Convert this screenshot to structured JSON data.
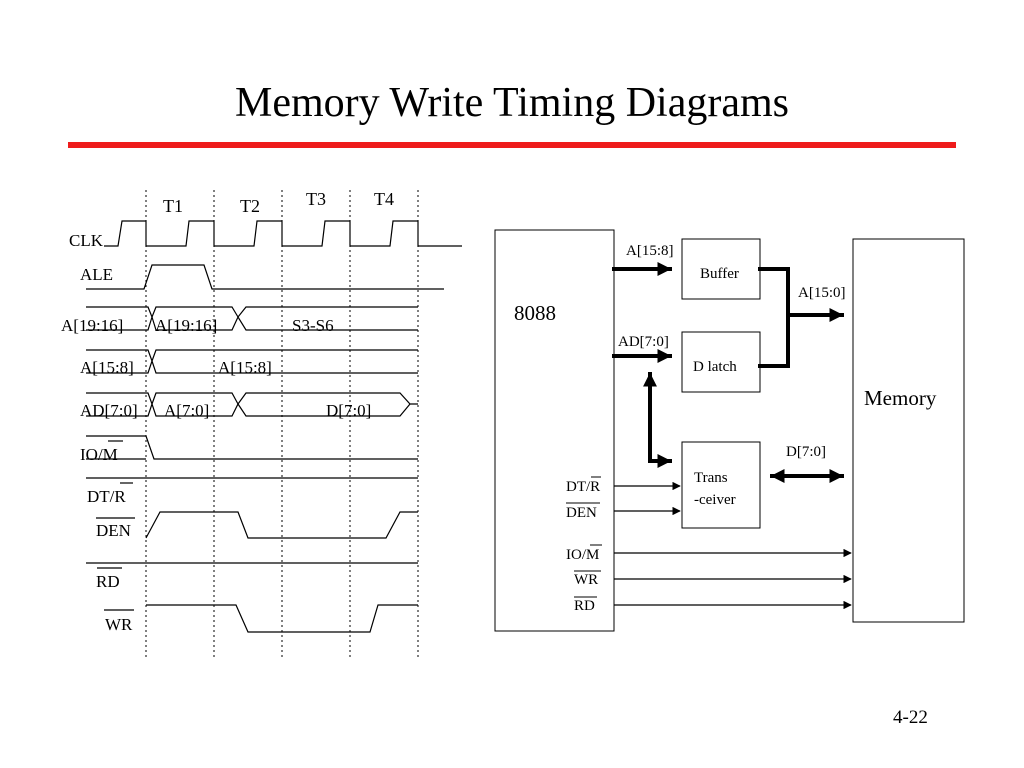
{
  "slide": {
    "title": "Memory Write Timing Diagrams",
    "rule_color": "#ee1c1c",
    "page_number": "4-22"
  },
  "timing": {
    "states": [
      "T1",
      "T2",
      "T3",
      "T4"
    ],
    "signals": {
      "clk": "CLK",
      "ale": "ALE",
      "a19_16": "A[19:16]",
      "a15_8": "A[15:8]",
      "ad7_0": "AD[7:0]",
      "io_m": "IO/M",
      "dt_r": "DT/R",
      "den": "DEN",
      "rd": "RD",
      "wr": "WR"
    },
    "bus_values": {
      "a19_16_addr": "A[19:16]",
      "a19_16_status": "S3-S6",
      "a15_8_addr": "A[15:8]",
      "ad7_0_addr": "A[7:0]",
      "ad7_0_data": "D[7:0]"
    }
  },
  "block_diagram": {
    "cpu": "8088",
    "buffer": "Buffer",
    "latch": "D latch",
    "transceiver_line1": "Trans",
    "transceiver_line2": "-ceiver",
    "memory": "Memory",
    "buses": {
      "a15_8": "A[15:8]",
      "ad7_0": "AD[7:0]",
      "a15_0": "A[15:0]",
      "d7_0": "D[7:0]"
    },
    "control": {
      "dt_r": "DT/R",
      "den": "DEN",
      "io_m": "IO/M",
      "wr": "WR",
      "rd": "RD"
    }
  }
}
